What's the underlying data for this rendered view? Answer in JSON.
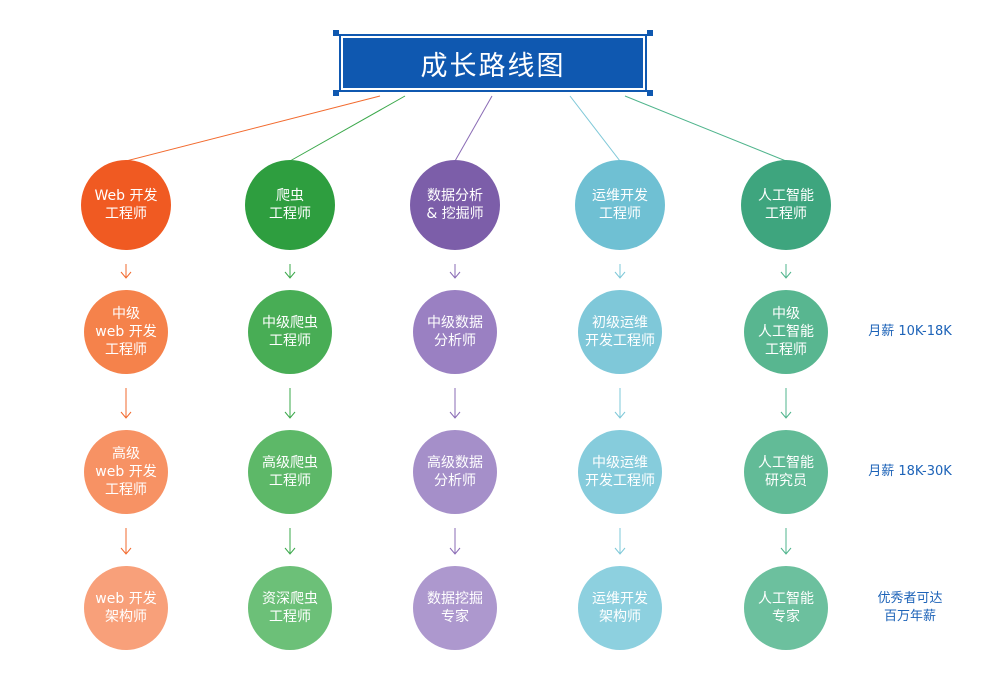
{
  "title": "成长路线图",
  "colors": {
    "banner": "#0f58b0",
    "salary_text": "#1d63b8"
  },
  "tracks": [
    {
      "color": "#f26a2e",
      "levels": [
        "Web 开发\n工程师",
        "中级\nweb 开发\n工程师",
        "高级\nweb 开发\n工程师",
        "web 开发\n架构师"
      ],
      "level_colors": [
        "#f05a22",
        "#f5824b",
        "#f79264",
        "#f8a07a"
      ]
    },
    {
      "color": "#3aa84a",
      "levels": [
        "爬虫\n工程师",
        "中级爬虫\n工程师",
        "高级爬虫\n工程师",
        "资深爬虫\n工程师"
      ],
      "level_colors": [
        "#2e9e3f",
        "#48ad55",
        "#5db868",
        "#6cc078"
      ]
    },
    {
      "color": "#8a6bb5",
      "levels": [
        "数据分析\n& 挖掘师",
        "中级数据\n分析师",
        "高级数据\n分析师",
        "数据挖掘\n专家"
      ],
      "level_colors": [
        "#7c5ea9",
        "#9a80c2",
        "#a58fc9",
        "#ad98ce"
      ]
    },
    {
      "color": "#7ec8d8",
      "levels": [
        "运维开发\n工程师",
        "初级运维\n开发工程师",
        "中级运维\n开发工程师",
        "运维开发\n架构师"
      ],
      "level_colors": [
        "#6fc0d3",
        "#7fc8d9",
        "#86ccdc",
        "#8dd0df"
      ]
    },
    {
      "color": "#4fb48c",
      "levels": [
        "人工智能\n工程师",
        "中级\n人工智能\n工程师",
        "人工智能\n研究员",
        "人工智能\n专家"
      ],
      "level_colors": [
        "#3ea57e",
        "#58b690",
        "#62bb97",
        "#6cc09e"
      ]
    }
  ],
  "salaries": [
    "",
    "月薪 10K-18K",
    "月薪 18K-30K",
    "优秀者可达\n百万年薪"
  ]
}
